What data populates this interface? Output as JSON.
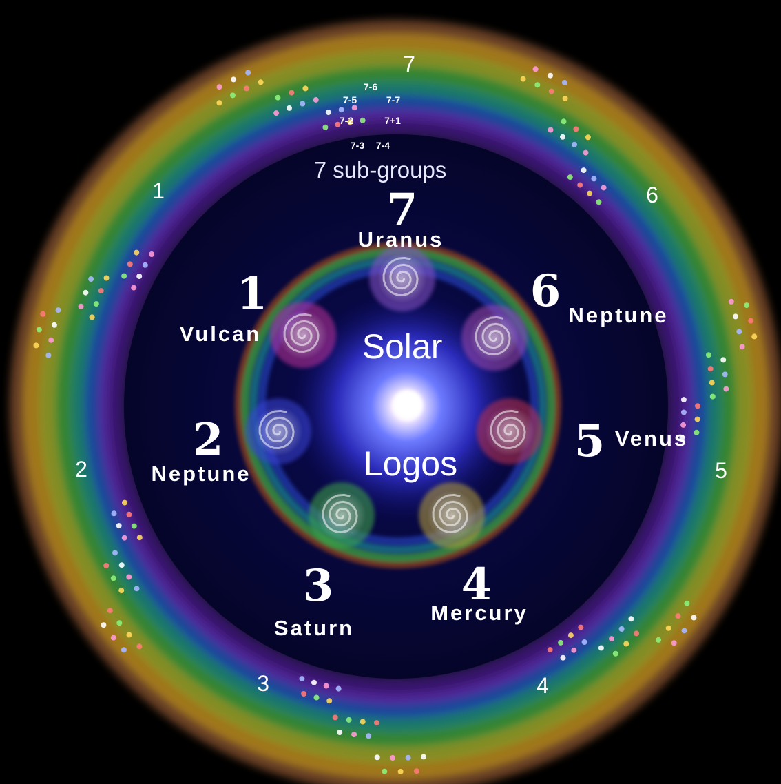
{
  "center": {
    "line1": "Solar",
    "line2": "Logos"
  },
  "subgroups_label": "7 sub-groups",
  "subgroup_codes": [
    "7-6",
    "7-5",
    "7-7",
    "7-2",
    "7+1",
    "7-3",
    "7-4"
  ],
  "rays": [
    {
      "number": "1",
      "planet": "Vulcan"
    },
    {
      "number": "2",
      "planet": "Neptune"
    },
    {
      "number": "3",
      "planet": "Saturn"
    },
    {
      "number": "4",
      "planet": "Mercury"
    },
    {
      "number": "5",
      "planet": "Venus"
    },
    {
      "number": "6",
      "planet": "Neptune"
    },
    {
      "number": "7",
      "planet": "Uranus"
    }
  ],
  "outer_numbers": [
    "1",
    "2",
    "3",
    "4",
    "5",
    "6",
    "7"
  ],
  "spiral_colors": [
    "#c0309a",
    "#3a44d8",
    "#3fa84a",
    "#b9a23a",
    "#c0304e",
    "#a04bb0",
    "#8a55c8"
  ],
  "colors": {
    "background": "#000000",
    "center_glow": "#3a3cff",
    "rainbow": [
      "#7a4a28",
      "#b98a22",
      "#9aa52a",
      "#3d9a3a",
      "#1f8a7a",
      "#1e4fb0",
      "#5a2aa8",
      "#3a1570"
    ]
  }
}
